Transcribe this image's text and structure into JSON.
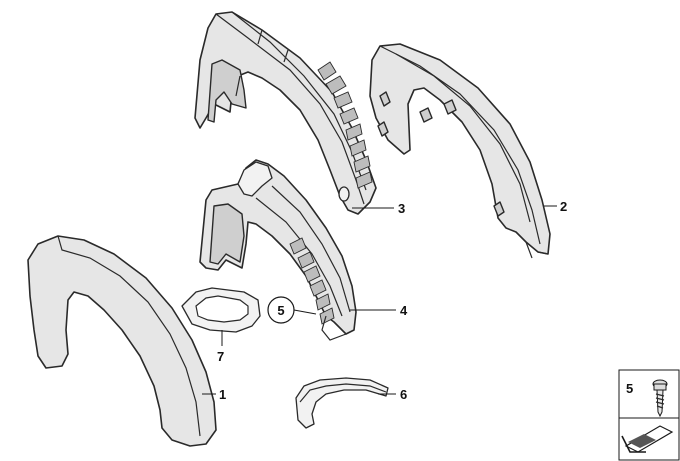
{
  "callouts": {
    "c1": "1",
    "c2": "2",
    "c3": "3",
    "c4": "4",
    "c5": "5",
    "c6": "6",
    "c7": "7"
  },
  "legend": {
    "label": "5"
  }
}
